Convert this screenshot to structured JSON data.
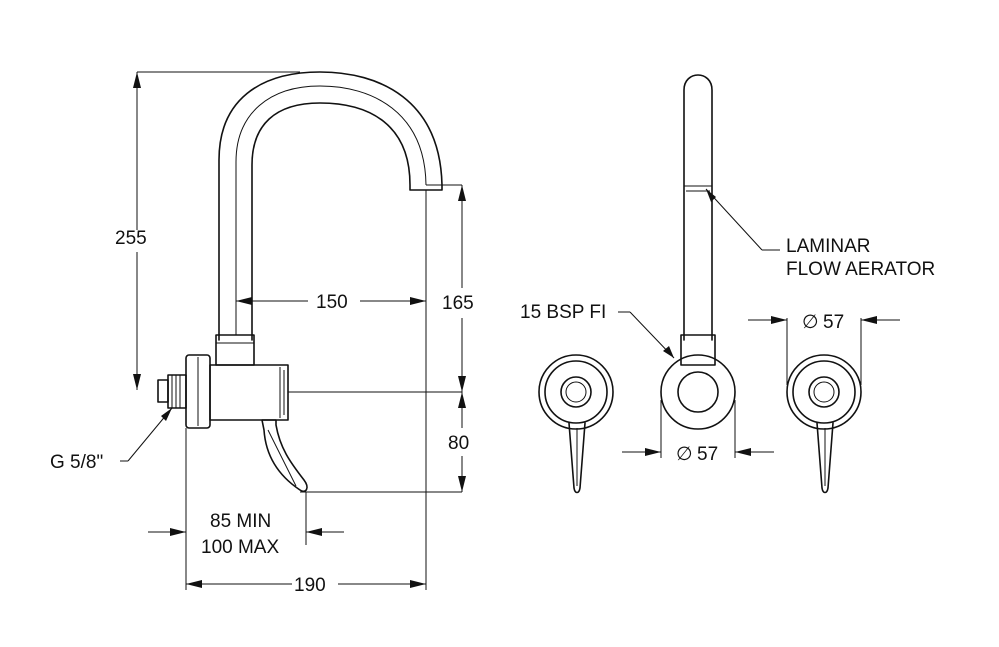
{
  "dimensions": {
    "height_total": "255",
    "spout_reach": "150",
    "spout_height": "165",
    "lever_height": "80",
    "wall_depth_min": "85 MIN",
    "wall_depth_max": "100 MAX",
    "total_reach": "190",
    "inlet_diameter": "57",
    "handle_diameter": "57"
  },
  "labels": {
    "inlet_thread": "G 5/8\"",
    "outlet_thread": "15 BSP FI",
    "aerator_line1": "LAMINAR",
    "aerator_line2": "FLOW AERATOR",
    "diameter_symbol": "∅"
  }
}
